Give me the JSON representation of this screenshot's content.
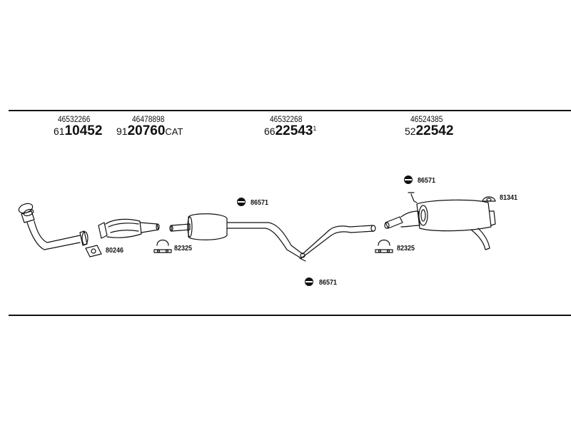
{
  "parts": [
    {
      "oem": "46532266",
      "ref_prefix": "61",
      "ref_main": "10452",
      "ref_suffix": "",
      "ref_sup": ""
    },
    {
      "oem": "46478898",
      "ref_prefix": "91",
      "ref_main": "20760",
      "ref_suffix": "CAT",
      "ref_sup": ""
    },
    {
      "oem": "46532268",
      "ref_prefix": "66",
      "ref_main": "22543",
      "ref_suffix": "",
      "ref_sup": "1"
    },
    {
      "oem": "46524385",
      "ref_prefix": "52",
      "ref_main": "22542",
      "ref_suffix": "",
      "ref_sup": ""
    }
  ],
  "accessories": {
    "gasket_front": "80246",
    "clamp_mid": "82325",
    "hanger_mid_top": "86571",
    "hanger_mid_bottom": "86571",
    "hanger_rear_top": "86571",
    "clamp_rear": "82325",
    "rubber_rear": "81341"
  }
}
